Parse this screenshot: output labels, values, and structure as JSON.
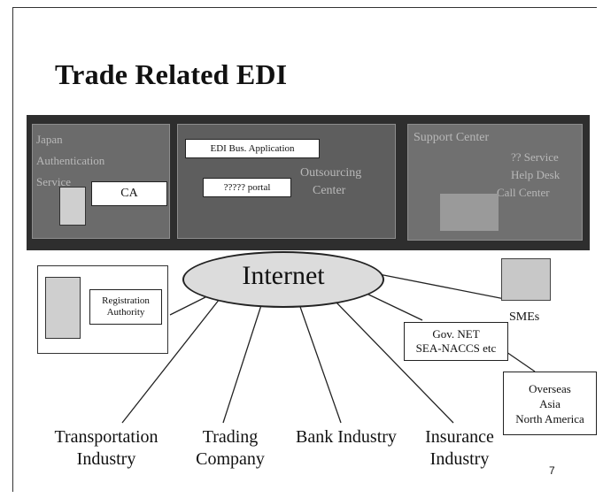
{
  "slide": {
    "title": "Trade Related EDI",
    "page_number": "7"
  },
  "banner": {
    "left_panel": {
      "text_lines": [
        "Japan",
        "Authentication",
        "Service"
      ],
      "ca_label": "CA"
    },
    "middle_panel": {
      "app_label": "EDI Bus. Application",
      "portal_label": "????? portal",
      "text_lines": [
        "Outsourcing",
        "Center"
      ]
    },
    "right_panel": {
      "title": "Support Center",
      "lines": [
        "?? Service",
        "Help Desk",
        "Call Center"
      ]
    }
  },
  "diagram": {
    "hub": "Internet",
    "registration_authority": "Registration Authority",
    "smes": "SMEs",
    "gov_net": [
      "Gov. NET",
      "SEA-NACCS etc"
    ],
    "overseas": [
      "Overseas",
      "Asia",
      "North America"
    ],
    "industries": [
      {
        "line1": "Transportation",
        "line2": "Industry"
      },
      {
        "line1": "Trading",
        "line2": "Company"
      },
      {
        "line1": "Bank Industry",
        "line2": ""
      },
      {
        "line1": "Insurance",
        "line2": "Industry"
      }
    ]
  }
}
